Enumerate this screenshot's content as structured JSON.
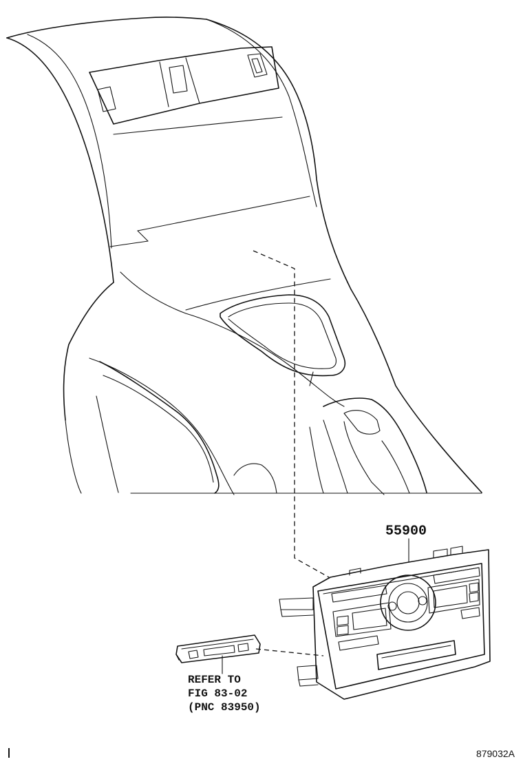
{
  "diagram": {
    "part_number": "55900",
    "reference_note": {
      "line1": "REFER TO",
      "line2": "FIG 83-02",
      "line3": "(PNC 83950)"
    },
    "figure_id": "879032A"
  }
}
